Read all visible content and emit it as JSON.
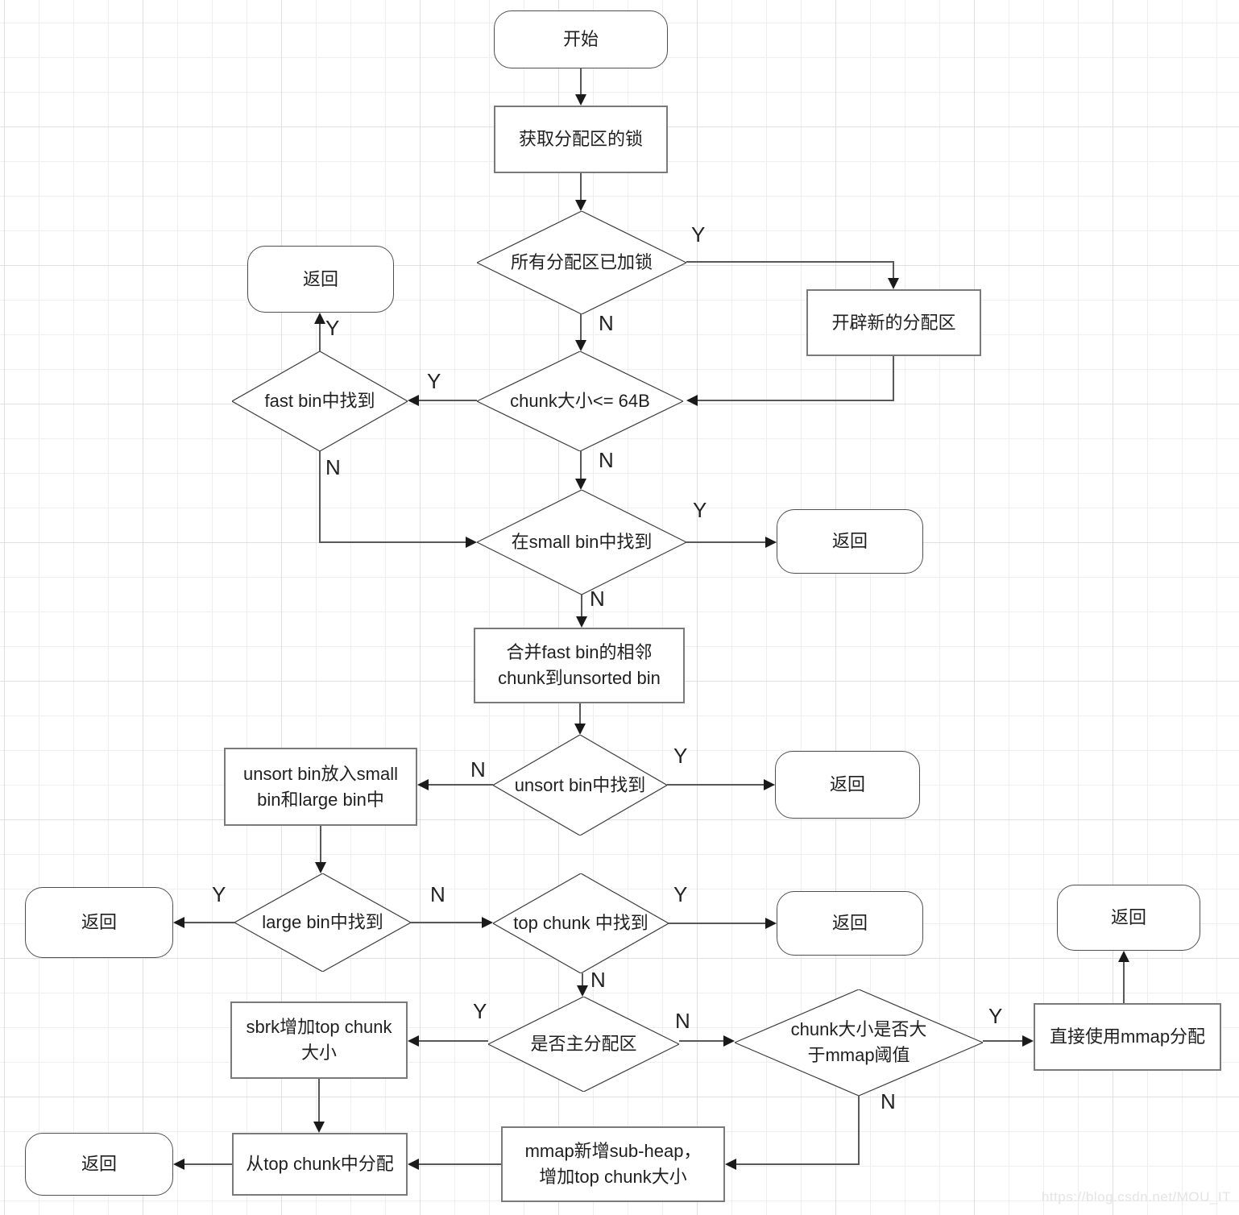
{
  "labels": {
    "yes": "Y",
    "no": "N"
  },
  "nodes": {
    "start": "开始",
    "get_lock": "获取分配区的锁",
    "all_locked": "所有分配区已加锁",
    "return_label": "返回",
    "new_arena": "开辟新的分配区",
    "chunk_le_64": "chunk大小<= 64B",
    "fastbin_found": "fast bin中找到",
    "smallbin_found": "在small bin中找到",
    "merge_fastbin": "合并fast bin的相邻\nchunk到unsorted bin",
    "unsortbin_found": "unsort bin中找到",
    "unsort_put": "unsort bin放入small\nbin和large bin中",
    "largebin_found": "large bin中找到",
    "topchunk_found": "top chunk 中找到",
    "is_main_arena": "是否主分配区",
    "mmap_threshold": "chunk大小是否大\n于mmap阈值",
    "mmap_direct": "直接使用mmap分配",
    "sbrk_grow": "sbrk增加top chunk\n大小",
    "mmap_subheap": "mmap新增sub-heap，\n增加top chunk大小",
    "alloc_topchunk": "从top chunk中分配"
  },
  "edges": [
    {
      "from": "开始",
      "to": "获取分配区的锁",
      "label": ""
    },
    {
      "from": "获取分配区的锁",
      "to": "所有分配区已加锁",
      "label": ""
    },
    {
      "from": "所有分配区已加锁",
      "to": "开辟新的分配区",
      "label": "Y"
    },
    {
      "from": "所有分配区已加锁",
      "to": "chunk大小<= 64B",
      "label": "N"
    },
    {
      "from": "开辟新的分配区",
      "to": "chunk大小<= 64B",
      "label": ""
    },
    {
      "from": "chunk大小<= 64B",
      "to": "fast bin中找到",
      "label": "Y"
    },
    {
      "from": "chunk大小<= 64B",
      "to": "在small bin中找到",
      "label": "N"
    },
    {
      "from": "fast bin中找到",
      "to": "返回",
      "label": "Y"
    },
    {
      "from": "fast bin中找到",
      "to": "在small bin中找到",
      "label": "N"
    },
    {
      "from": "在small bin中找到",
      "to": "返回",
      "label": "Y"
    },
    {
      "from": "在small bin中找到",
      "to": "合并fast bin的相邻chunk到unsorted bin",
      "label": "N"
    },
    {
      "from": "合并fast bin的相邻chunk到unsorted bin",
      "to": "unsort bin中找到",
      "label": ""
    },
    {
      "from": "unsort bin中找到",
      "to": "返回",
      "label": "Y"
    },
    {
      "from": "unsort bin中找到",
      "to": "unsort bin放入small bin和large bin中",
      "label": "N"
    },
    {
      "from": "unsort bin放入small bin和large bin中",
      "to": "large bin中找到",
      "label": ""
    },
    {
      "from": "large bin中找到",
      "to": "返回",
      "label": "Y"
    },
    {
      "from": "large bin中找到",
      "to": "top chunk 中找到",
      "label": "N"
    },
    {
      "from": "top chunk 中找到",
      "to": "返回",
      "label": "Y"
    },
    {
      "from": "top chunk 中找到",
      "to": "是否主分配区",
      "label": "N"
    },
    {
      "from": "是否主分配区",
      "to": "sbrk增加top chunk大小",
      "label": "Y"
    },
    {
      "from": "是否主分配区",
      "to": "chunk大小是否大于mmap阈值",
      "label": "N"
    },
    {
      "from": "chunk大小是否大于mmap阈值",
      "to": "直接使用mmap分配",
      "label": "Y"
    },
    {
      "from": "chunk大小是否大于mmap阈值",
      "to": "mmap新增sub-heap，增加top chunk大小",
      "label": "N"
    },
    {
      "from": "直接使用mmap分配",
      "to": "返回",
      "label": ""
    },
    {
      "from": "sbrk增加top chunk大小",
      "to": "从top chunk中分配",
      "label": ""
    },
    {
      "from": "mmap新增sub-heap，增加top chunk大小",
      "to": "从top chunk中分配",
      "label": ""
    },
    {
      "from": "从top chunk中分配",
      "to": "返回",
      "label": ""
    }
  ],
  "watermark": "https://blog.csdn.net/MOU_IT"
}
